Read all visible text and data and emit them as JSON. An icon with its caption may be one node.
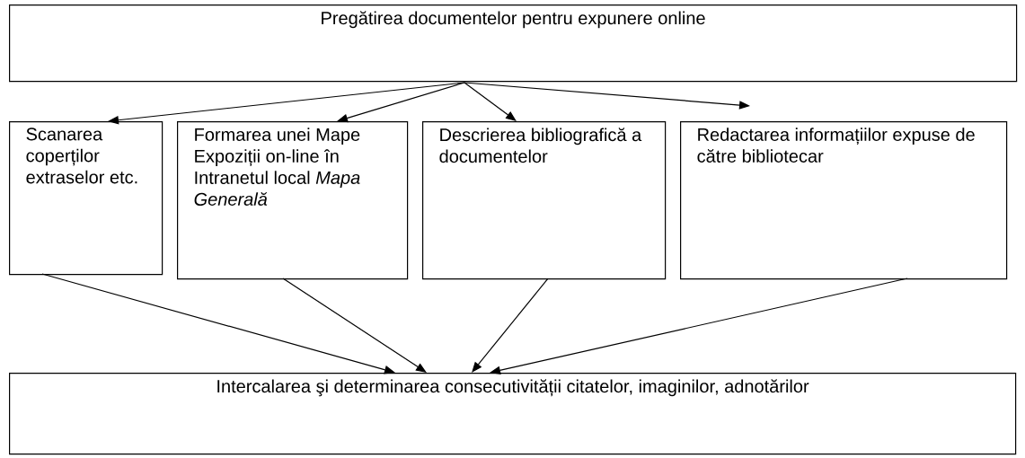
{
  "diagram": {
    "nodes": [
      {
        "text": [
          "Pregătirea documentelor pentru expunere online"
        ]
      },
      {
        "text": [
          "Scanarea coperților extraselor etc."
        ]
      },
      {
        "text": [
          "Formarea unei Mape Expoziții on-line în Intranetul local *Mapa Generală*"
        ]
      },
      {
        "text": [
          "Descrierea bibliografică a documentelor"
        ]
      },
      {
        "text": [
          "Redactarea informațiilor expuse de către bibliotecar"
        ]
      },
      {
        "text": [
          "Intercalarea şi determinarea consecutivității citatelor, imaginilor, adnotărilor"
        ]
      }
    ],
    "edges": [
      {
        "from": 0,
        "to": 1,
        "arrow": "to"
      },
      {
        "from": 0,
        "to": 2,
        "arrow": "to"
      },
      {
        "from": 0,
        "to": 3,
        "arrow": "to"
      },
      {
        "from": 0,
        "to": 4,
        "arrow": "to"
      },
      {
        "from": 1,
        "to": 5,
        "arrow": "to"
      },
      {
        "from": 2,
        "to": 5,
        "arrow": "to"
      },
      {
        "from": 3,
        "to": 5,
        "arrow": "to"
      },
      {
        "from": 4,
        "to": 5,
        "arrow": "to"
      }
    ]
  }
}
